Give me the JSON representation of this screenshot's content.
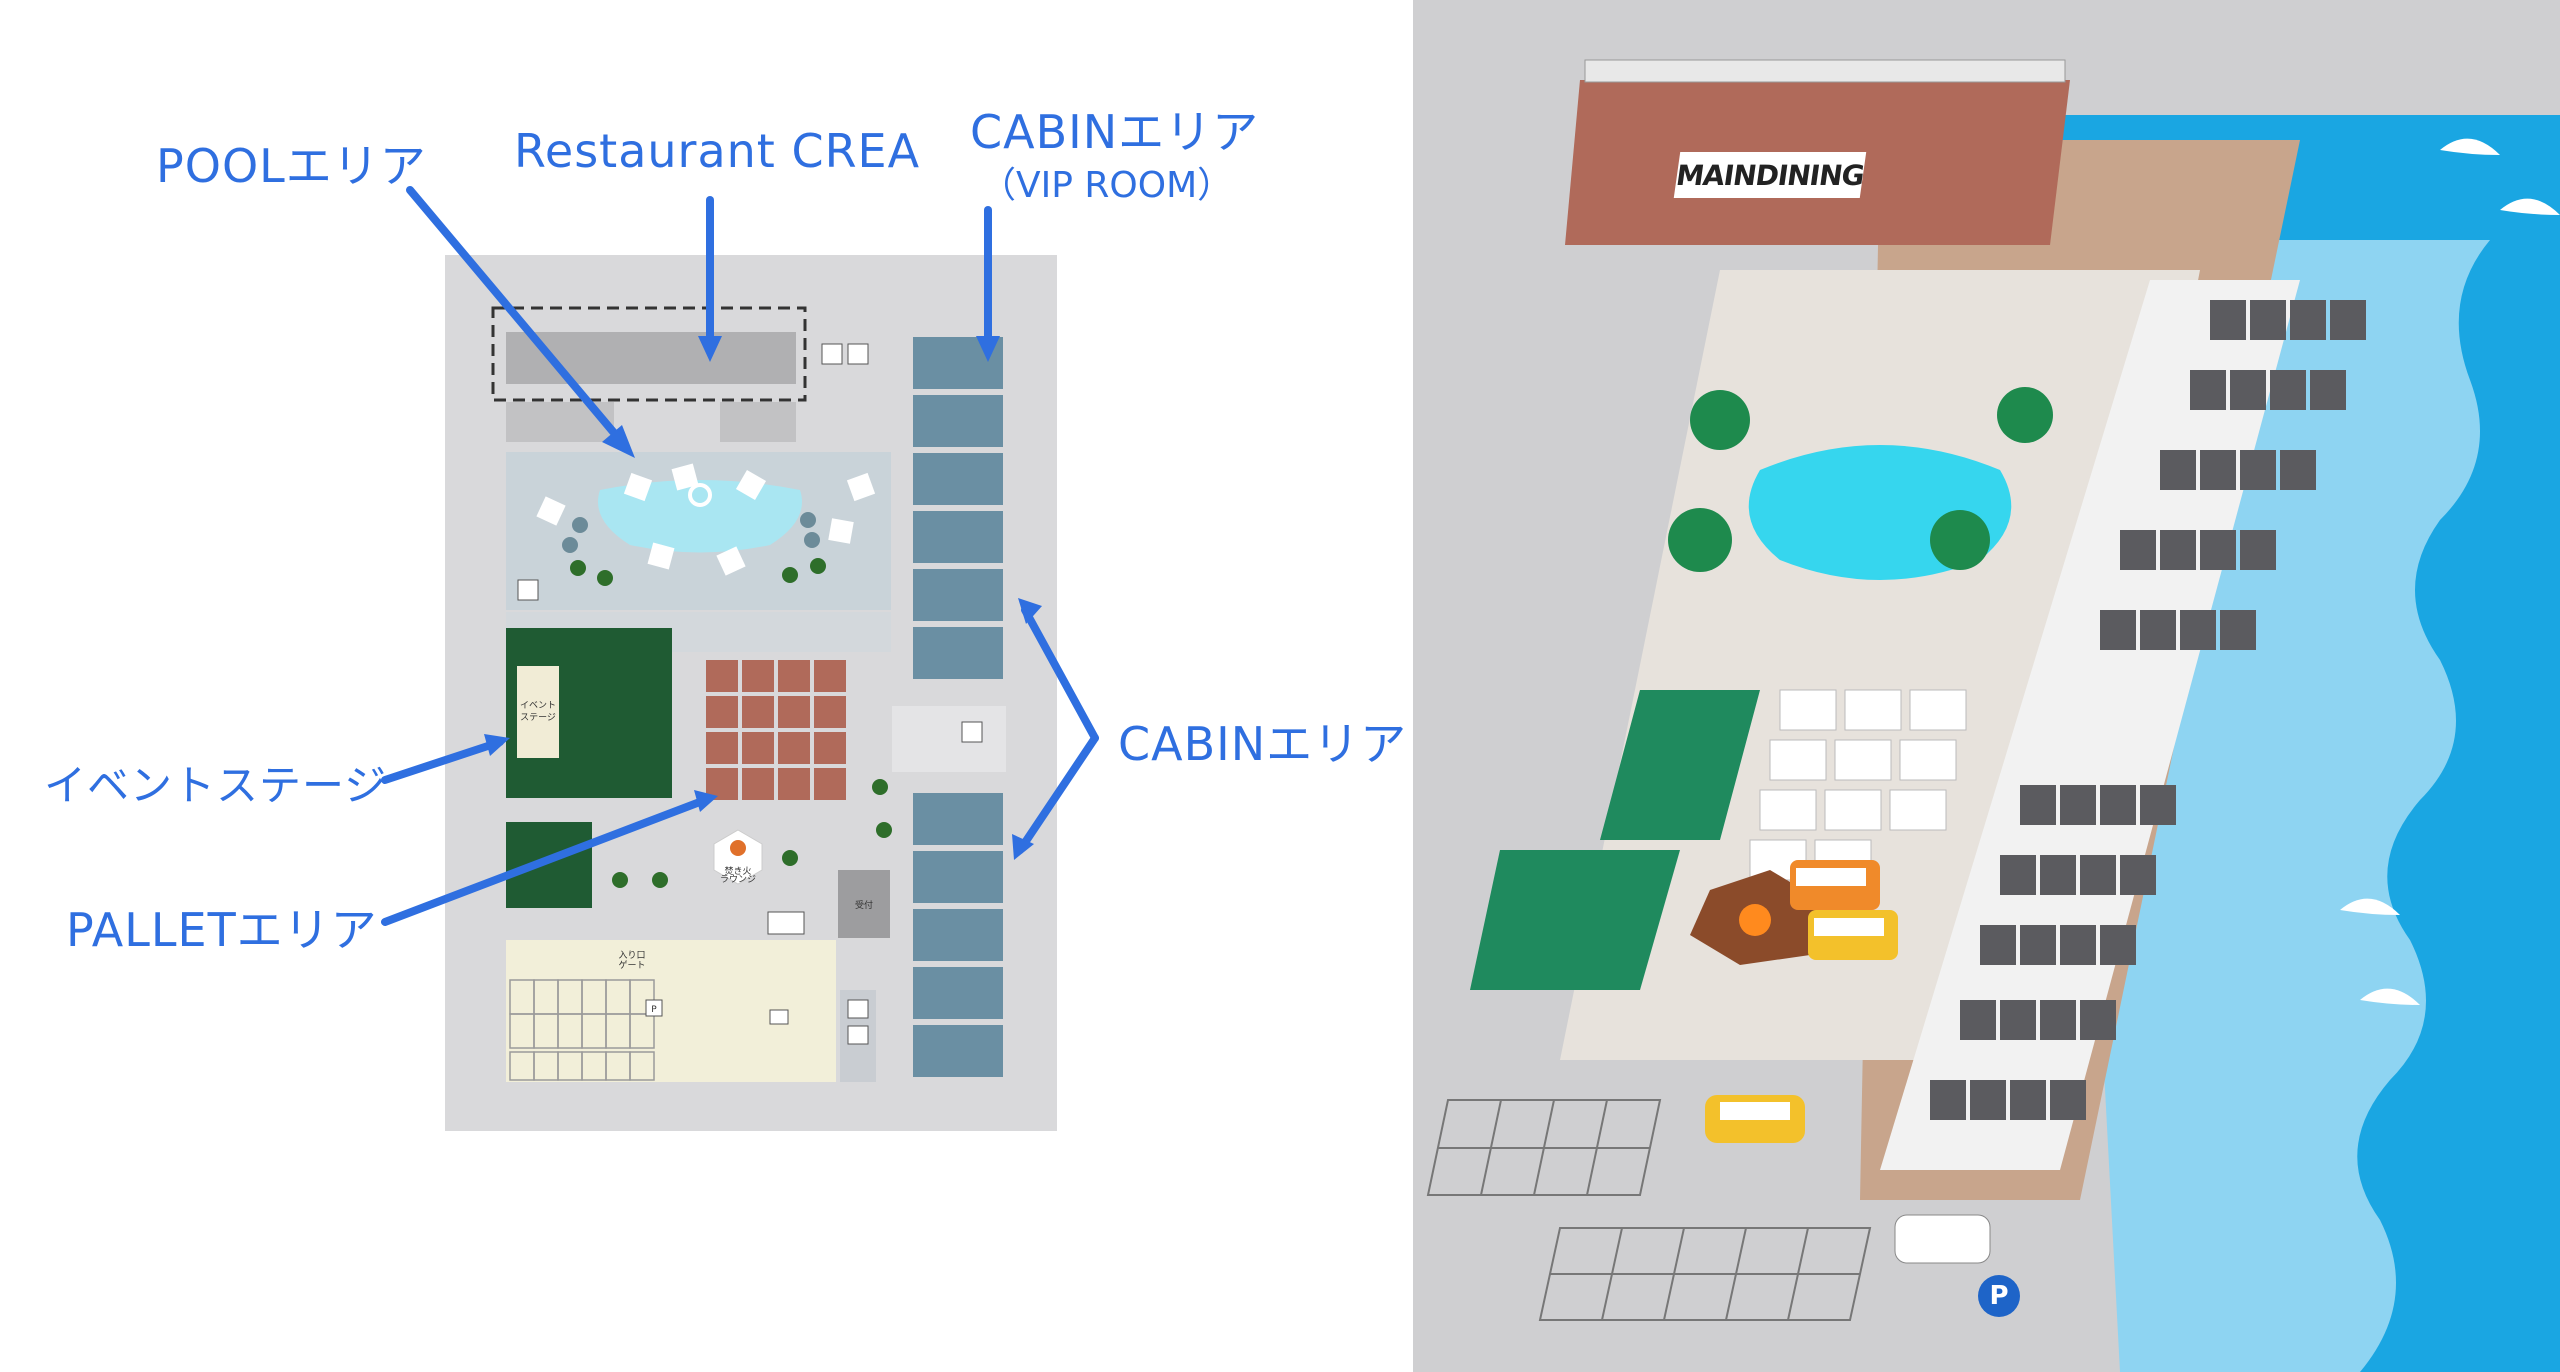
{
  "labels": {
    "pool": "POOLエリア",
    "restaurant": "Restaurant CREA",
    "cabin_vip_title": "CABINエリア",
    "cabin_vip_sub": "（VIP ROOM）",
    "cabin": "CABINエリア",
    "event_stage": "イベントステージ",
    "pallet": "PALLETエリア"
  },
  "floorplan_text": {
    "event_stage_l1": "イベント",
    "event_stage_l2": "ステージ",
    "lounge_l1": "焚き火",
    "lounge_l2": "ラウンジ",
    "entrance_l1": "入り口",
    "entrance_l2": "ゲート",
    "reception": "受付",
    "parking_p": "P"
  },
  "illustration": {
    "main_dining_sign": "MAINDINING",
    "parking_sign": "P"
  },
  "colors": {
    "label_blue": "#2f6fe0",
    "cabin_blue": "#6a8fa3",
    "event_green": "#1f5b33",
    "pallet_brown": "#b06a5a",
    "pool_cyan": "#7fdff0",
    "sea_blue": "#1aa6e2",
    "beach_tan": "#c8a58c",
    "map_gray": "#d9d9db"
  }
}
